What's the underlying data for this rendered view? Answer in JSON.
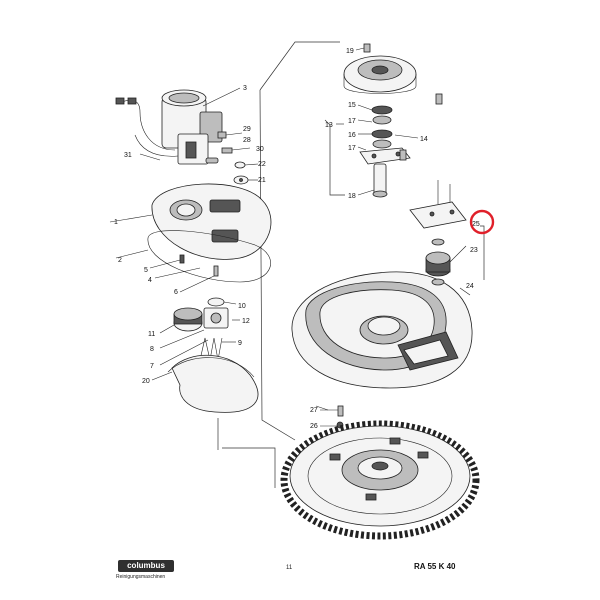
{
  "brand": {
    "name": "columbus",
    "subtitle": "Reinigungsmaschinen"
  },
  "footer": {
    "page_number": "11",
    "model": "RA 55 K 40"
  },
  "highlight_color": "#e0202a",
  "callouts": {
    "c1": "1",
    "c2": "2",
    "c3": "3",
    "c4": "4",
    "c5": "5",
    "c6": "6",
    "c7": "7",
    "c8": "8",
    "c9": "9",
    "c10": "10",
    "c11": "11",
    "c12": "12",
    "c13": "13",
    "c14": "14",
    "c15": "15",
    "c16": "16",
    "c17a": "17",
    "c17b": "17",
    "c18": "18",
    "c19": "19",
    "c20": "20",
    "c21": "21",
    "c22": "22",
    "c23": "23",
    "c24": "24",
    "c25": "25",
    "c26": "26",
    "c27": "27",
    "c28": "28",
    "c29": "29",
    "c30": "30",
    "c31": "31"
  }
}
